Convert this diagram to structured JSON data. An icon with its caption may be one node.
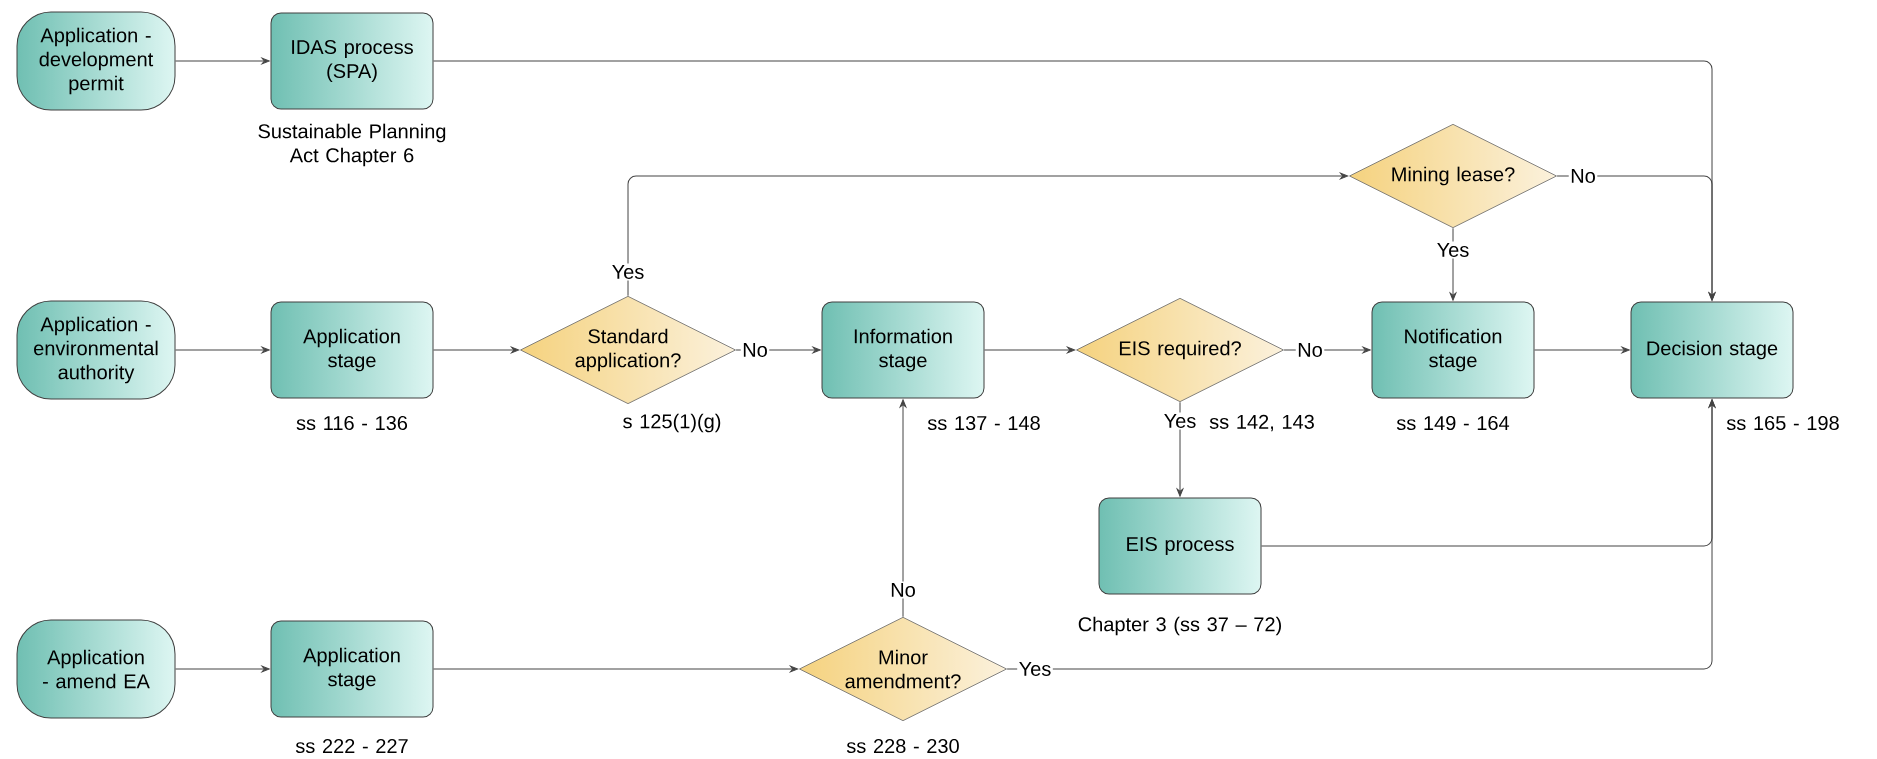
{
  "diagram": {
    "nodes": [
      {
        "text": [
          "Application - development permit"
        ]
      },
      {
        "text": [
          "IDAS process (SPA)"
        ],
        "beside": [
          "Sustainable Planning Act Chapter 6"
        ]
      },
      {
        "text": [
          "Mining lease?"
        ]
      },
      {
        "text": [
          "Application - environmental authority"
        ]
      },
      {
        "text": [
          "Application stage"
        ],
        "beside": [
          "ss 116 - 136"
        ]
      },
      {
        "text": [
          "Standard application?"
        ],
        "beside": [
          "s 125(1)(g)"
        ]
      },
      {
        "text": [
          "Information stage"
        ],
        "beside": [
          "ss 137 - 148"
        ]
      },
      {
        "text": [
          "EIS required?"
        ],
        "beside": [
          "ss 142, 143"
        ]
      },
      {
        "text": [
          "Notification stage"
        ],
        "beside": [
          "ss 149 - 164"
        ]
      },
      {
        "text": [
          "Decision stage"
        ],
        "beside": [
          "ss 165 - 198"
        ]
      },
      {
        "text": [
          "EIS process"
        ],
        "beside": [
          "Chapter 3 (ss 37 – 72)"
        ]
      },
      {
        "text": [
          "Application - amend EA"
        ]
      },
      {
        "text": [
          "Application stage"
        ],
        "beside": [
          "ss 222 - 227"
        ]
      },
      {
        "text": [
          "Minor amendment?"
        ],
        "beside": [
          "ss 228 - 230"
        ]
      }
    ],
    "edges": [
      {
        "from": 0,
        "to": 1,
        "arrow": "to"
      },
      {
        "from": 1,
        "to": 9,
        "arrow": "to"
      },
      {
        "from": 3,
        "to": 4,
        "arrow": "to"
      },
      {
        "from": 4,
        "to": 5,
        "arrow": "to"
      },
      {
        "from": 5,
        "to": 6,
        "arrow": "to",
        "label": "No"
      },
      {
        "from": 5,
        "to": 2,
        "arrow": "to",
        "label": "Yes"
      },
      {
        "from": 2,
        "to": 9,
        "arrow": "to",
        "label": "No"
      },
      {
        "from": 2,
        "to": 8,
        "arrow": "to",
        "label": "Yes"
      },
      {
        "from": 6,
        "to": 7,
        "arrow": "to"
      },
      {
        "from": 7,
        "to": 8,
        "arrow": "to",
        "label": "No"
      },
      {
        "from": 7,
        "to": 10,
        "arrow": "to",
        "label": "Yes"
      },
      {
        "from": 8,
        "to": 9,
        "arrow": "to"
      },
      {
        "from": 10,
        "to": 9,
        "arrow": "to"
      },
      {
        "from": 11,
        "to": 12,
        "arrow": "to"
      },
      {
        "from": 12,
        "to": 13,
        "arrow": "to"
      },
      {
        "from": 13,
        "to": 6,
        "arrow": "to",
        "label": "No"
      },
      {
        "from": 13,
        "to": 9,
        "arrow": "to",
        "label": "Yes"
      }
    ]
  }
}
